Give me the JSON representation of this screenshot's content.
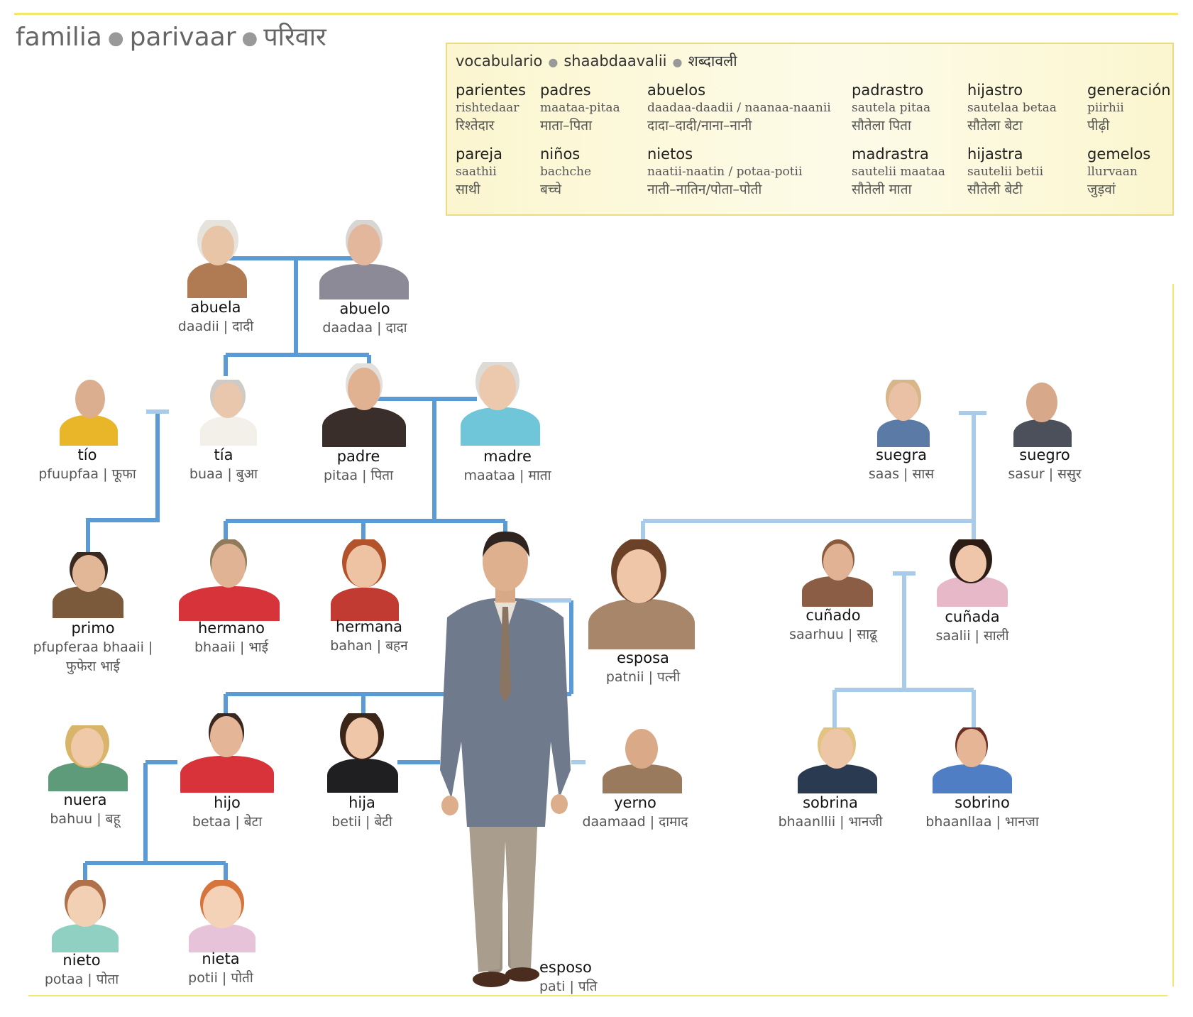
{
  "title": {
    "es": "familia",
    "tr": "parivaar",
    "hi": "परिवार"
  },
  "vocab": {
    "heading": {
      "es": "vocabulario",
      "tr": "shaabdaavalii",
      "hi": "शब्दावली"
    },
    "items": [
      {
        "es": "parientes",
        "tr": "rishtedaar",
        "hi": "रिश्तेदार"
      },
      {
        "es": "padres",
        "tr": "maataa-pitaa",
        "hi": "माता–पिता"
      },
      {
        "es": "abuelos",
        "tr": "daadaa-daadii / naanaa-naanii",
        "hi": "दादा–दादी/नाना–नानी"
      },
      {
        "es": "padrastro",
        "tr": "sautela pitaa",
        "hi": "सौतेला पिता"
      },
      {
        "es": "hijastro",
        "tr": "sautelaa betaa",
        "hi": "सौतेला बेटा"
      },
      {
        "es": "generación",
        "tr": "piirhii",
        "hi": "पीढ़ी"
      },
      {
        "es": "pareja",
        "tr": "saathii",
        "hi": "साथी"
      },
      {
        "es": "niños",
        "tr": "bachche",
        "hi": "बच्चे"
      },
      {
        "es": "nietos",
        "tr": "naatii-naatin / potaa-potii",
        "hi": "नाती–नातिन/पोता–पोती"
      },
      {
        "es": "madrastra",
        "tr": "sautelii maataa",
        "hi": "सौतेली माता"
      },
      {
        "es": "hijastra",
        "tr": "sautelii betii",
        "hi": "सौतेली बेटी"
      },
      {
        "es": "gemelos",
        "tr": "llurvaan",
        "hi": "जुड़वां"
      }
    ]
  },
  "people": {
    "abuela": {
      "es": "abuela",
      "tr": "daadii | दादी"
    },
    "abuelo": {
      "es": "abuelo",
      "tr": "daadaa | दादा"
    },
    "tio": {
      "es": "tío",
      "tr": "pfuupfaa | फूफा"
    },
    "tia": {
      "es": "tía",
      "tr": "buaa | बुआ"
    },
    "padre": {
      "es": "padre",
      "tr": "pitaa | पिता"
    },
    "madre": {
      "es": "madre",
      "tr": "maataa | माता"
    },
    "suegra": {
      "es": "suegra",
      "tr": "saas | सास"
    },
    "suegro": {
      "es": "suegro",
      "tr": "sasur | ससुर"
    },
    "primo": {
      "es": "primo",
      "tr": "pfupferaa bhaaii |",
      "tr2": "फुफेरा भाई"
    },
    "hermano": {
      "es": "hermano",
      "tr": "bhaaii | भाई"
    },
    "hermana": {
      "es": "hermana",
      "tr": "bahan | बहन"
    },
    "esposa": {
      "es": "esposa",
      "tr": "patnii | पत्नी"
    },
    "cunado": {
      "es": "cuñado",
      "tr": "saarhuu | साढू"
    },
    "cunada": {
      "es": "cuñada",
      "tr": "saalii | साली"
    },
    "nuera": {
      "es": "nuera",
      "tr": "bahuu | बहू"
    },
    "hijo": {
      "es": "hijo",
      "tr": "betaa | बेटा"
    },
    "hija": {
      "es": "hija",
      "tr": "betii | बेटी"
    },
    "yerno": {
      "es": "yerno",
      "tr": "daamaad | दामाद"
    },
    "sobrina": {
      "es": "sobrina",
      "tr": "bhaanllii   | भानजी"
    },
    "sobrino": {
      "es": "sobrino",
      "tr": "bhaanllaa | भानजा"
    },
    "nieto": {
      "es": "nieto",
      "tr": "potaa | पोता"
    },
    "nieta": {
      "es": "nieta",
      "tr": "potii | पोती"
    },
    "esposo": {
      "es": "esposo",
      "tr": "pati | पति"
    }
  },
  "colors": {
    "line_dark": "#5b9bd5",
    "line_light": "#a9cbea",
    "accent": "#f2e86a",
    "vocab_bg": "#fbf6cf"
  }
}
